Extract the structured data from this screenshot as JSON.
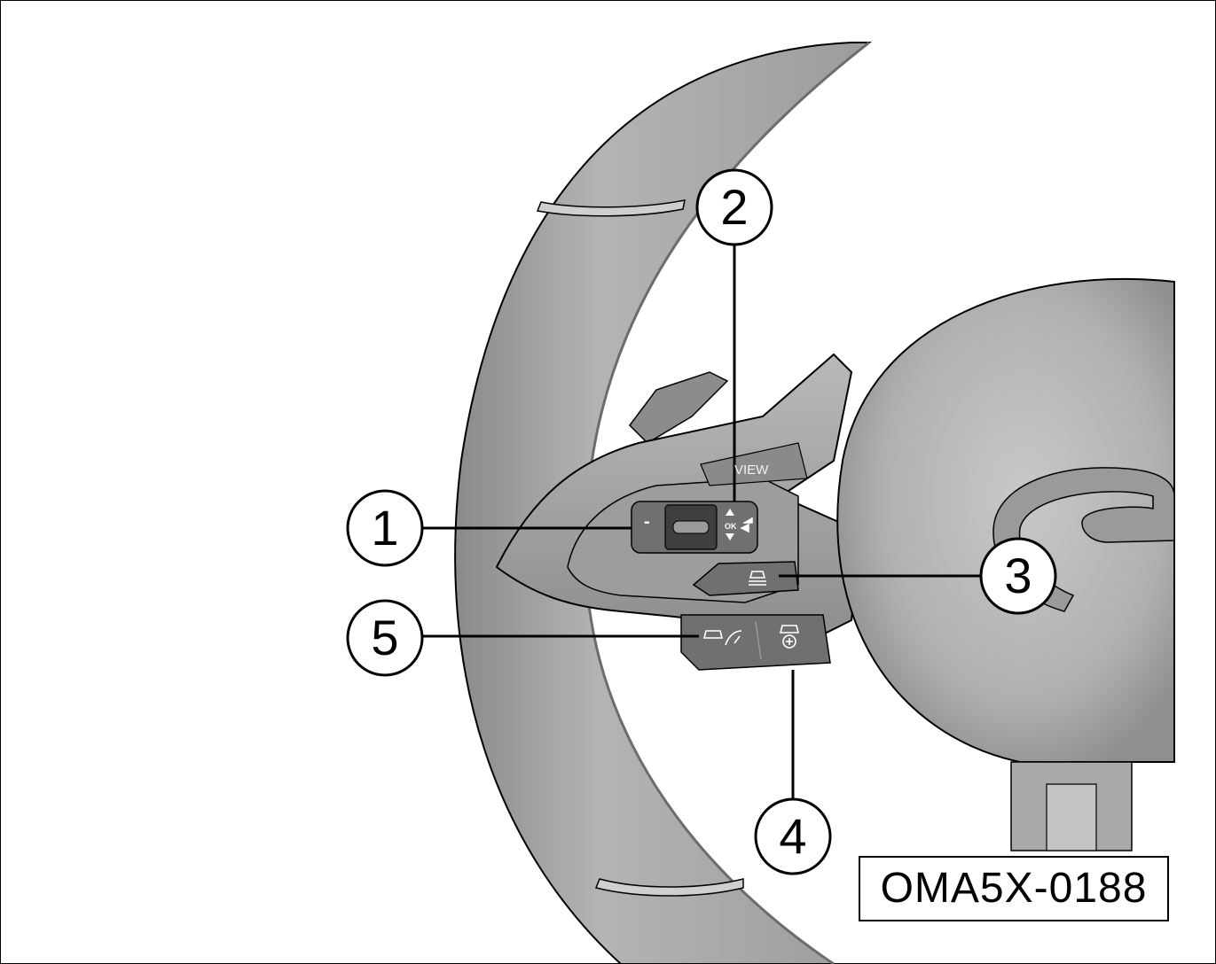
{
  "figure_code": "OMA5X-0188",
  "callouts": {
    "c1": "1",
    "c2": "2",
    "c3": "3",
    "c4": "4",
    "c5": "5"
  },
  "button_labels": {
    "view": "VIEW",
    "ok": "OK",
    "minus": "-"
  },
  "colors": {
    "wheel_fill": "#a7a7a7",
    "wheel_dark": "#7d7d7d",
    "hub_fill": "#b3b3b3",
    "switch_fill": "#6e6e6e",
    "switch_dark": "#3c3c3c",
    "leader_line": "#000000"
  },
  "icons": {
    "button_3": "driver-assist-icon",
    "button_4": "adaptive-cruise-icon",
    "button_5": "lane-assist-icon",
    "button_2_right": "voice-return-icon",
    "button_2_up": "arrow-up-icon",
    "button_2_down": "arrow-down-icon"
  }
}
